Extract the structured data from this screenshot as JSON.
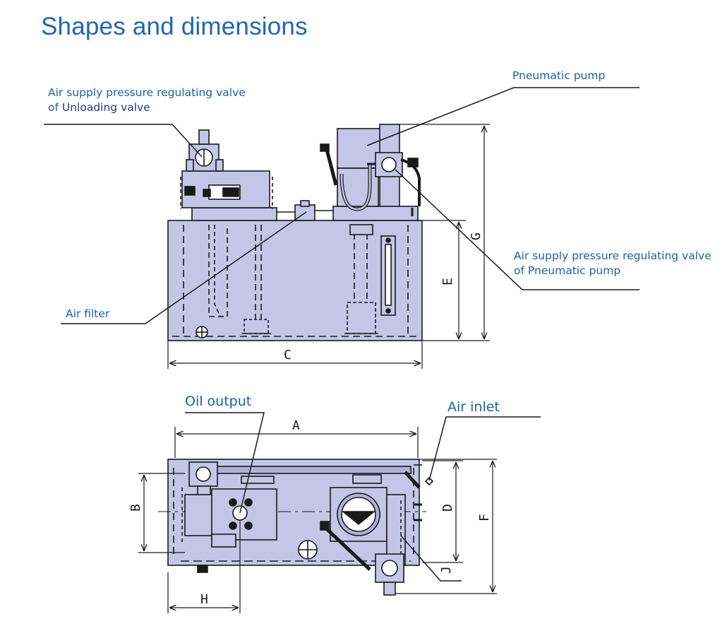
{
  "title": "Shapes and dimensions",
  "labels": {
    "unloading_valve_line1": "Air supply pressure regulating valve",
    "unloading_valve_line2_prefix": "of ",
    "unloading_valve_line2_strong": "Unloading valve",
    "pneumatic_pump": "Pneumatic pump",
    "pump_valve_line1": "Air supply  pressure regulating valve",
    "pump_valve_line2": "of Pneumatic pump",
    "air_filter": "Air filter",
    "oil_output": "Oil output",
    "air_inlet": "Air inlet"
  },
  "dimensions": {
    "A": "A",
    "B": "B",
    "C": "C",
    "D": "D",
    "E": "E",
    "F": "F",
    "G": "G",
    "H": "H",
    "J": "J"
  },
  "colors": {
    "body_fill": "#c3c6e6",
    "body_fill_dark": "#aeb2da",
    "outline": "#1a1a1a",
    "label_blue": "#1f5fa8"
  }
}
